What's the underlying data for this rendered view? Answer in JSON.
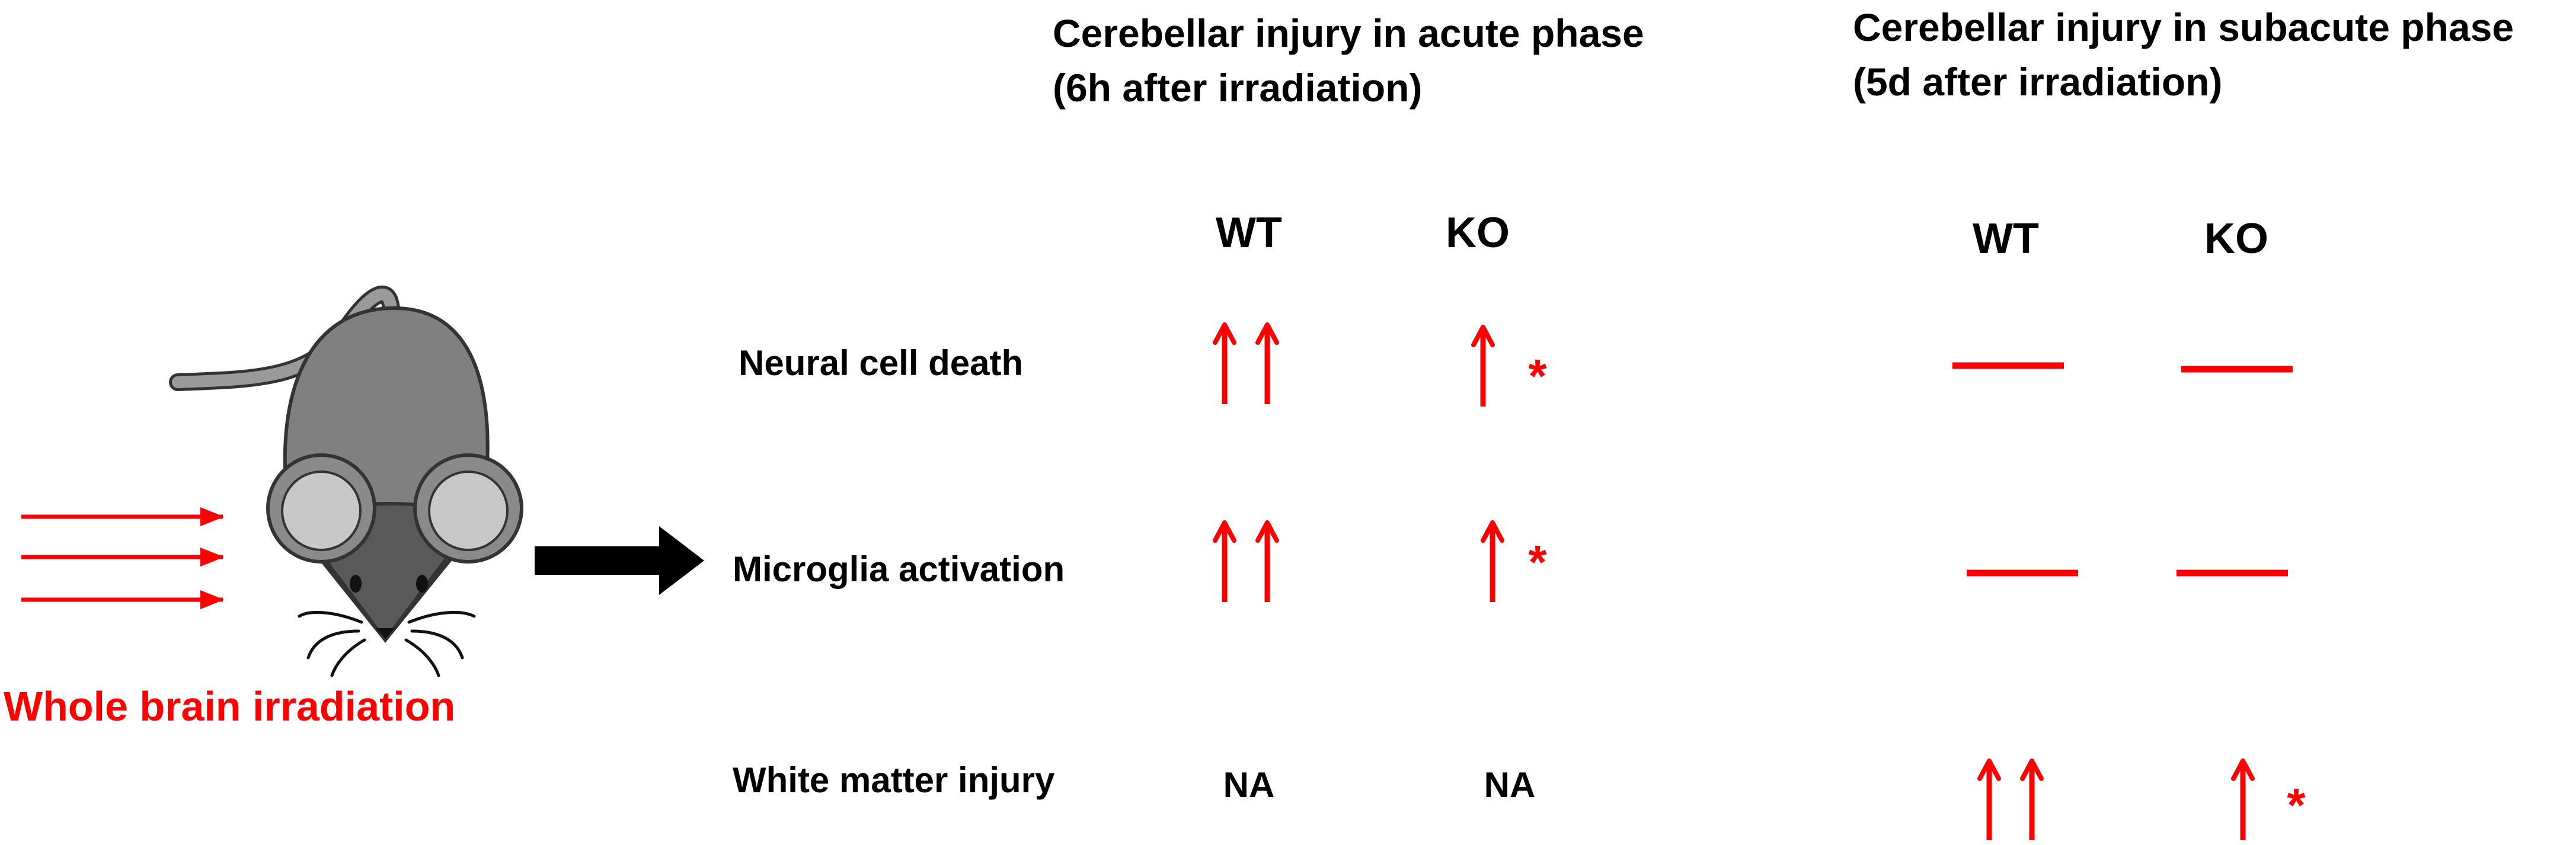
{
  "caption": "Whole brain irradiation",
  "phases": {
    "acute": {
      "line1": "Cerebellar injury in acute phase",
      "line2": "(6h after irradiation)"
    },
    "subacute": {
      "line1": "Cerebellar injury in subacute phase",
      "line2": "(5d after irradiation)"
    }
  },
  "columns": [
    "WT",
    "KO",
    "WT",
    "KO"
  ],
  "rows": [
    "Neural cell death",
    "Microglia activation",
    "White matter injury"
  ],
  "na_label": "NA",
  "significance_mark": "*",
  "cells": {
    "neural_cell_death": [
      "double-up-arrow",
      "single-up-arrow-significant",
      "no-change-dash",
      "no-change-dash"
    ],
    "microglia_activation": [
      "double-up-arrow",
      "single-up-arrow-significant",
      "no-change-dash",
      "no-change-dash"
    ],
    "white_matter_injury": [
      "NA",
      "NA",
      "double-up-arrow",
      "single-up-arrow-significant"
    ]
  },
  "colors": {
    "accent": "#ff0000",
    "mouse_body": "#808080",
    "mouse_dark": "#555555",
    "text": "#000000"
  }
}
